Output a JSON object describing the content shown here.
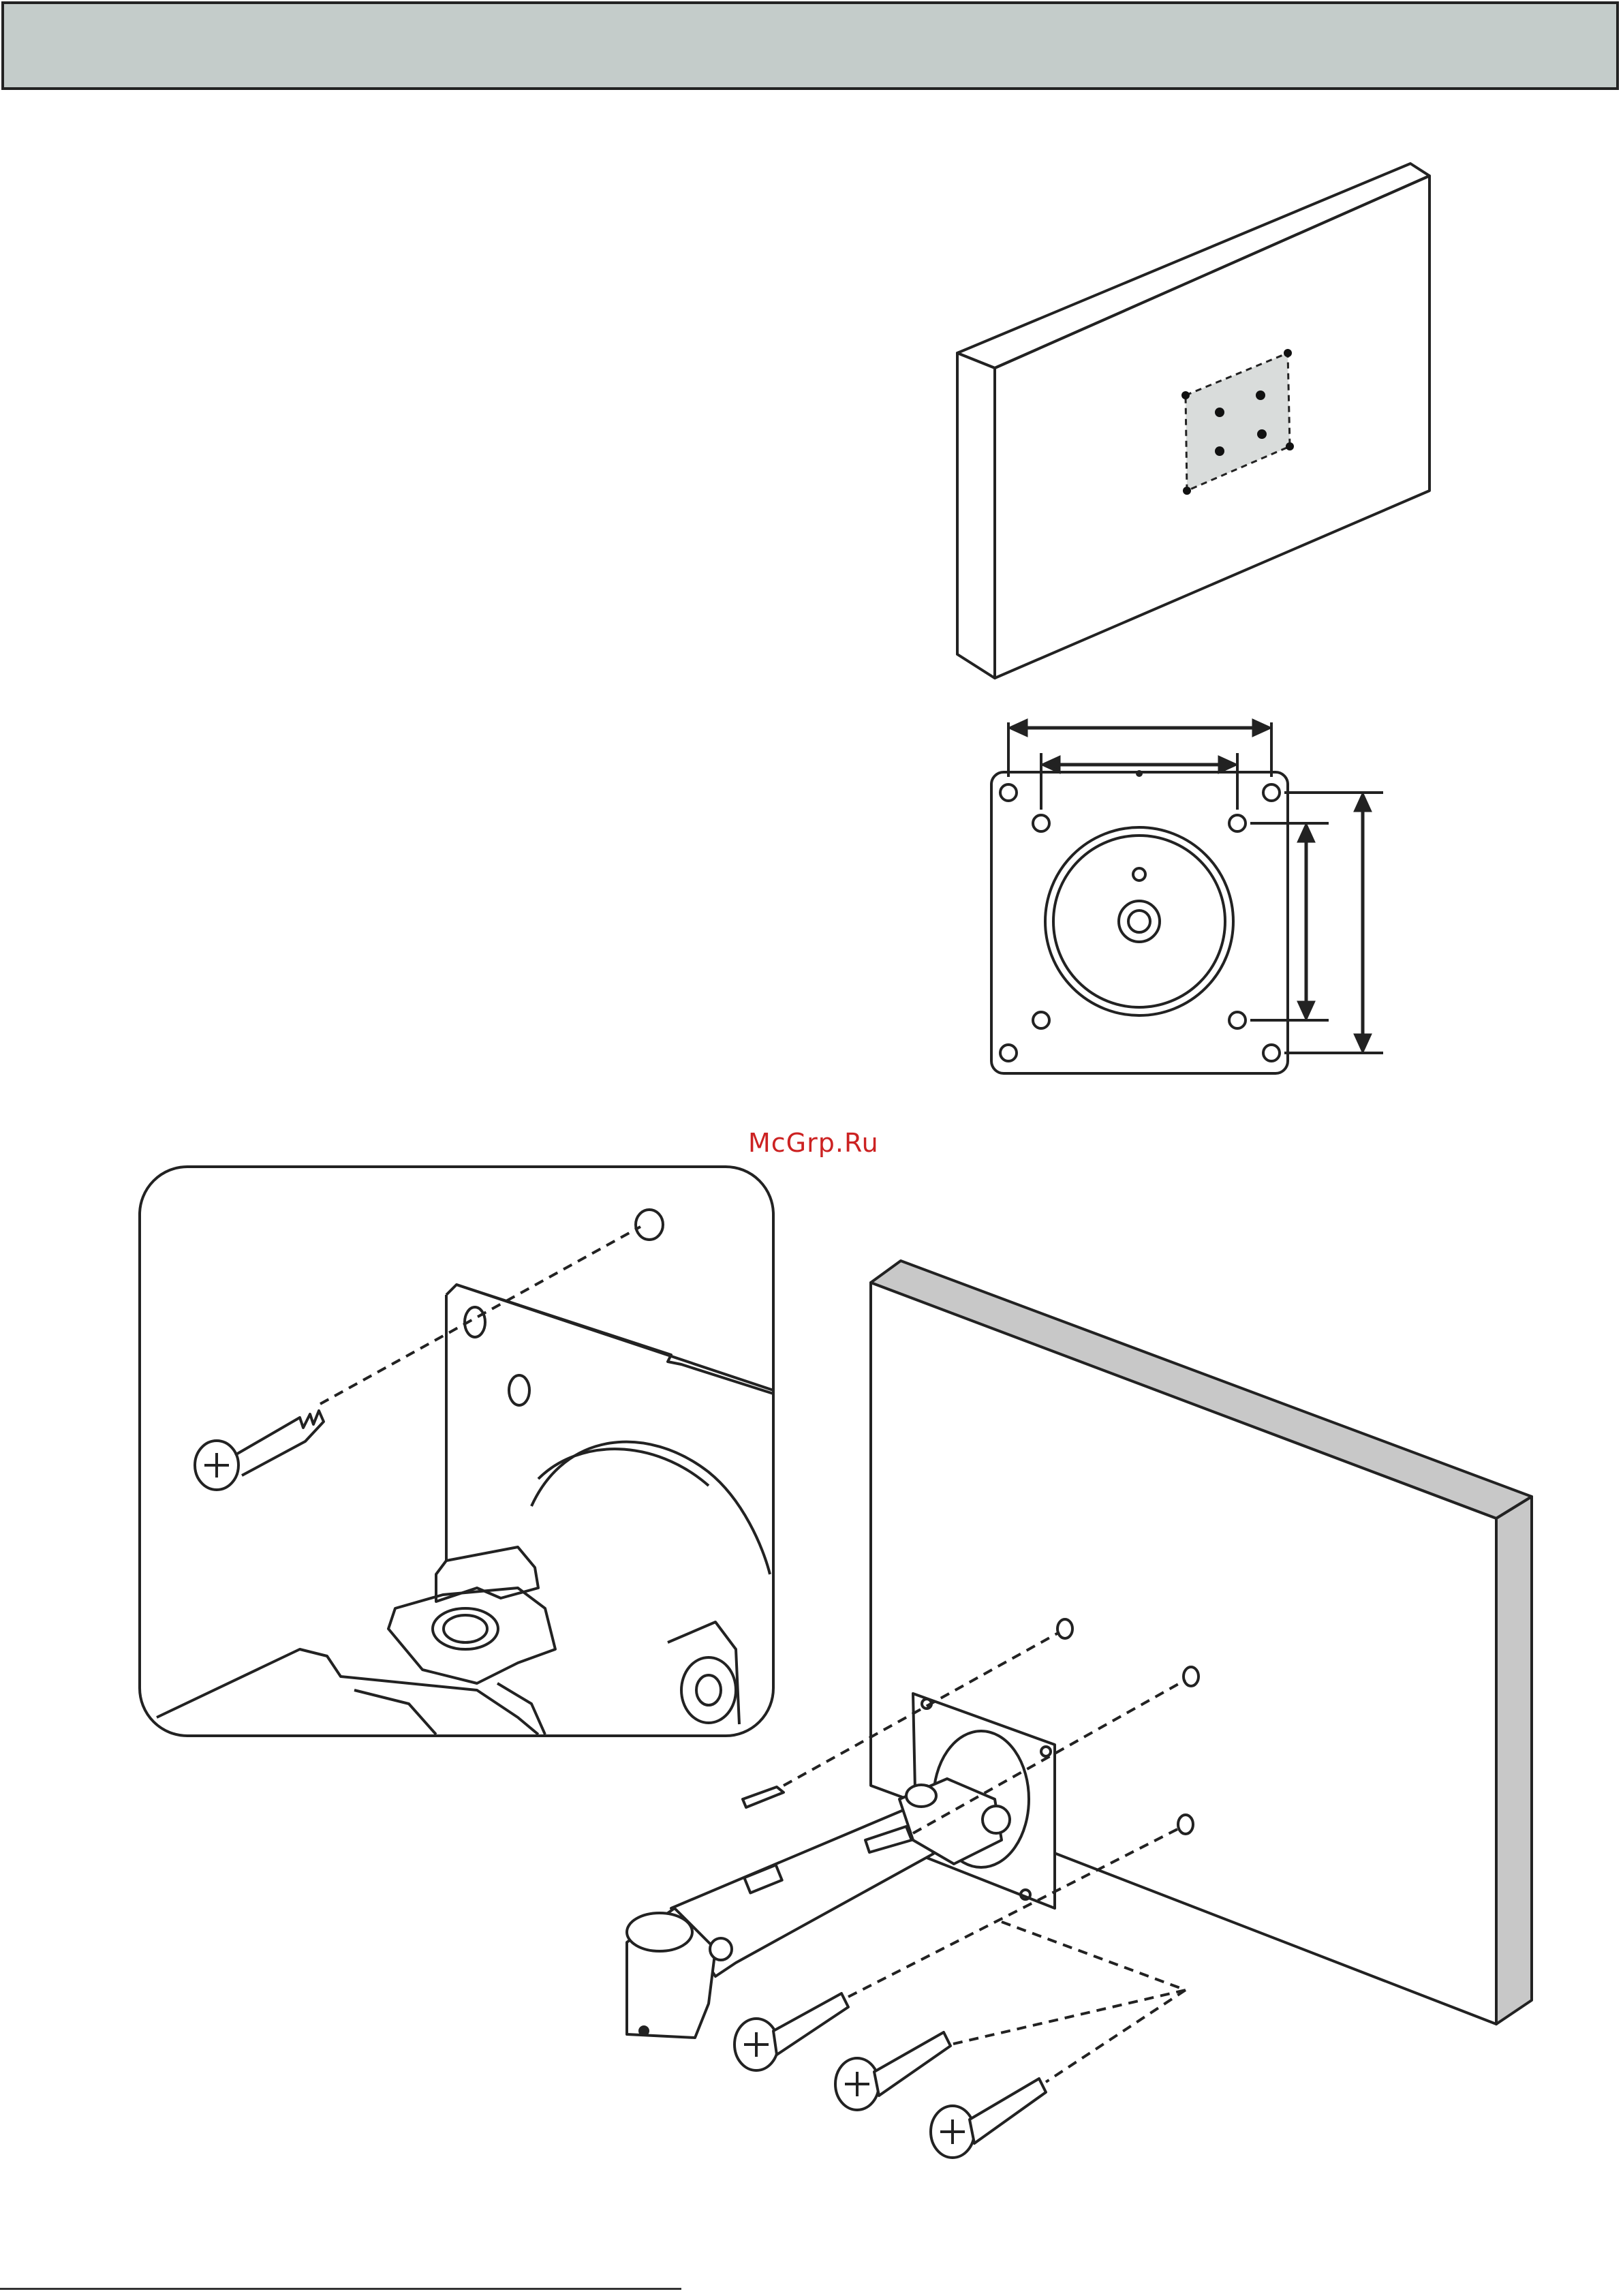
{
  "watermark": {
    "text": "McGrp.Ru",
    "color": "#cc2222"
  },
  "colors": {
    "header_band": "#c4ccca",
    "monitor_side": "#c8c8c8",
    "vesa_area": "#d9dcdb",
    "line": "#222222"
  },
  "icons": [
    "monitor-back-illustration",
    "vesa-plate-dimension-diagram",
    "screw-detail-inset",
    "arm-mounting-illustration"
  ]
}
